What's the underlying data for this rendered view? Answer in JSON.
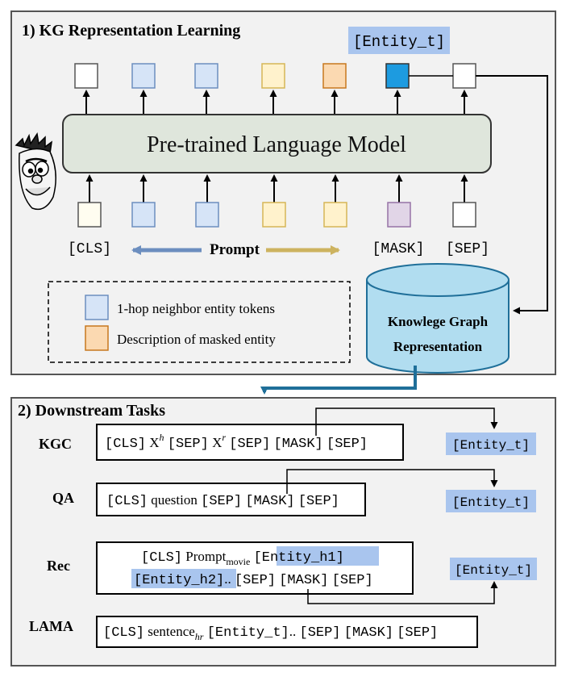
{
  "section1": {
    "title": "1) KG Representation Learning",
    "model_label": "Pre-trained Language Model",
    "output_entity_token": "[Entity_t]",
    "tokens": {
      "cls": "[CLS]",
      "prompt": "Prompt",
      "mask": "[MASK]",
      "sep": "[SEP]"
    },
    "legend": {
      "neighbor": "1-hop neighbor entity tokens",
      "description": "Description of masked entity"
    },
    "kg": {
      "line1": "Knowlege Graph",
      "line2": "Representation"
    }
  },
  "section2": {
    "title": "2) Downstream Tasks",
    "kgc": {
      "label": "KGC",
      "cls": "[CLS]",
      "xh": "X",
      "xh_sup": "h",
      "sep1": "[SEP]",
      "xr": "X",
      "xr_sup": "r",
      "sep2": "[SEP]",
      "mask": "[MASK]",
      "sep3": "[SEP]",
      "out": "[Entity_t]"
    },
    "qa": {
      "label": "QA",
      "cls": "[CLS]",
      "question": "question",
      "sep1": "[SEP]",
      "mask": "[MASK]",
      "sep2": "[SEP]",
      "out": "[Entity_t]"
    },
    "rec": {
      "label": "Rec",
      "cls": "[CLS]",
      "prompt": "Prompt",
      "prompt_sub": "movie",
      "entity_h1": "[Entity_h1]",
      "entity_h2": "[Entity_h2]",
      "dots": "..",
      "sep1": "[SEP]",
      "mask": "[MASK]",
      "sep2": "[SEP]",
      "out": "[Entity_t]"
    },
    "lama": {
      "label": "LAMA",
      "cls": "[CLS]",
      "sentence": "sentence",
      "sentence_sub": "hr",
      "entity_t": "[Entity_t]",
      "dots": "..",
      "sep1": "[SEP]",
      "mask": "[MASK]",
      "sep2": "[SEP]"
    }
  },
  "colors": {
    "panel_bg": "#f2f2f2",
    "model_fill": "#dfe6dc",
    "blue_token": "#d6e4f7",
    "blue_token_stroke": "#6c8ebf",
    "yellow_token": "#fff2cc",
    "yellow_token_stroke": "#d6b656",
    "orange_token": "#fbd9b1",
    "orange_token_stroke": "#c8781e",
    "mask_output": "#1d9be0",
    "mask_input": "#e1d5e7",
    "entity_highlight": "#a9c5ee",
    "cylinder": "#b1ddf0",
    "flow_arrow": "#1f6f99"
  }
}
